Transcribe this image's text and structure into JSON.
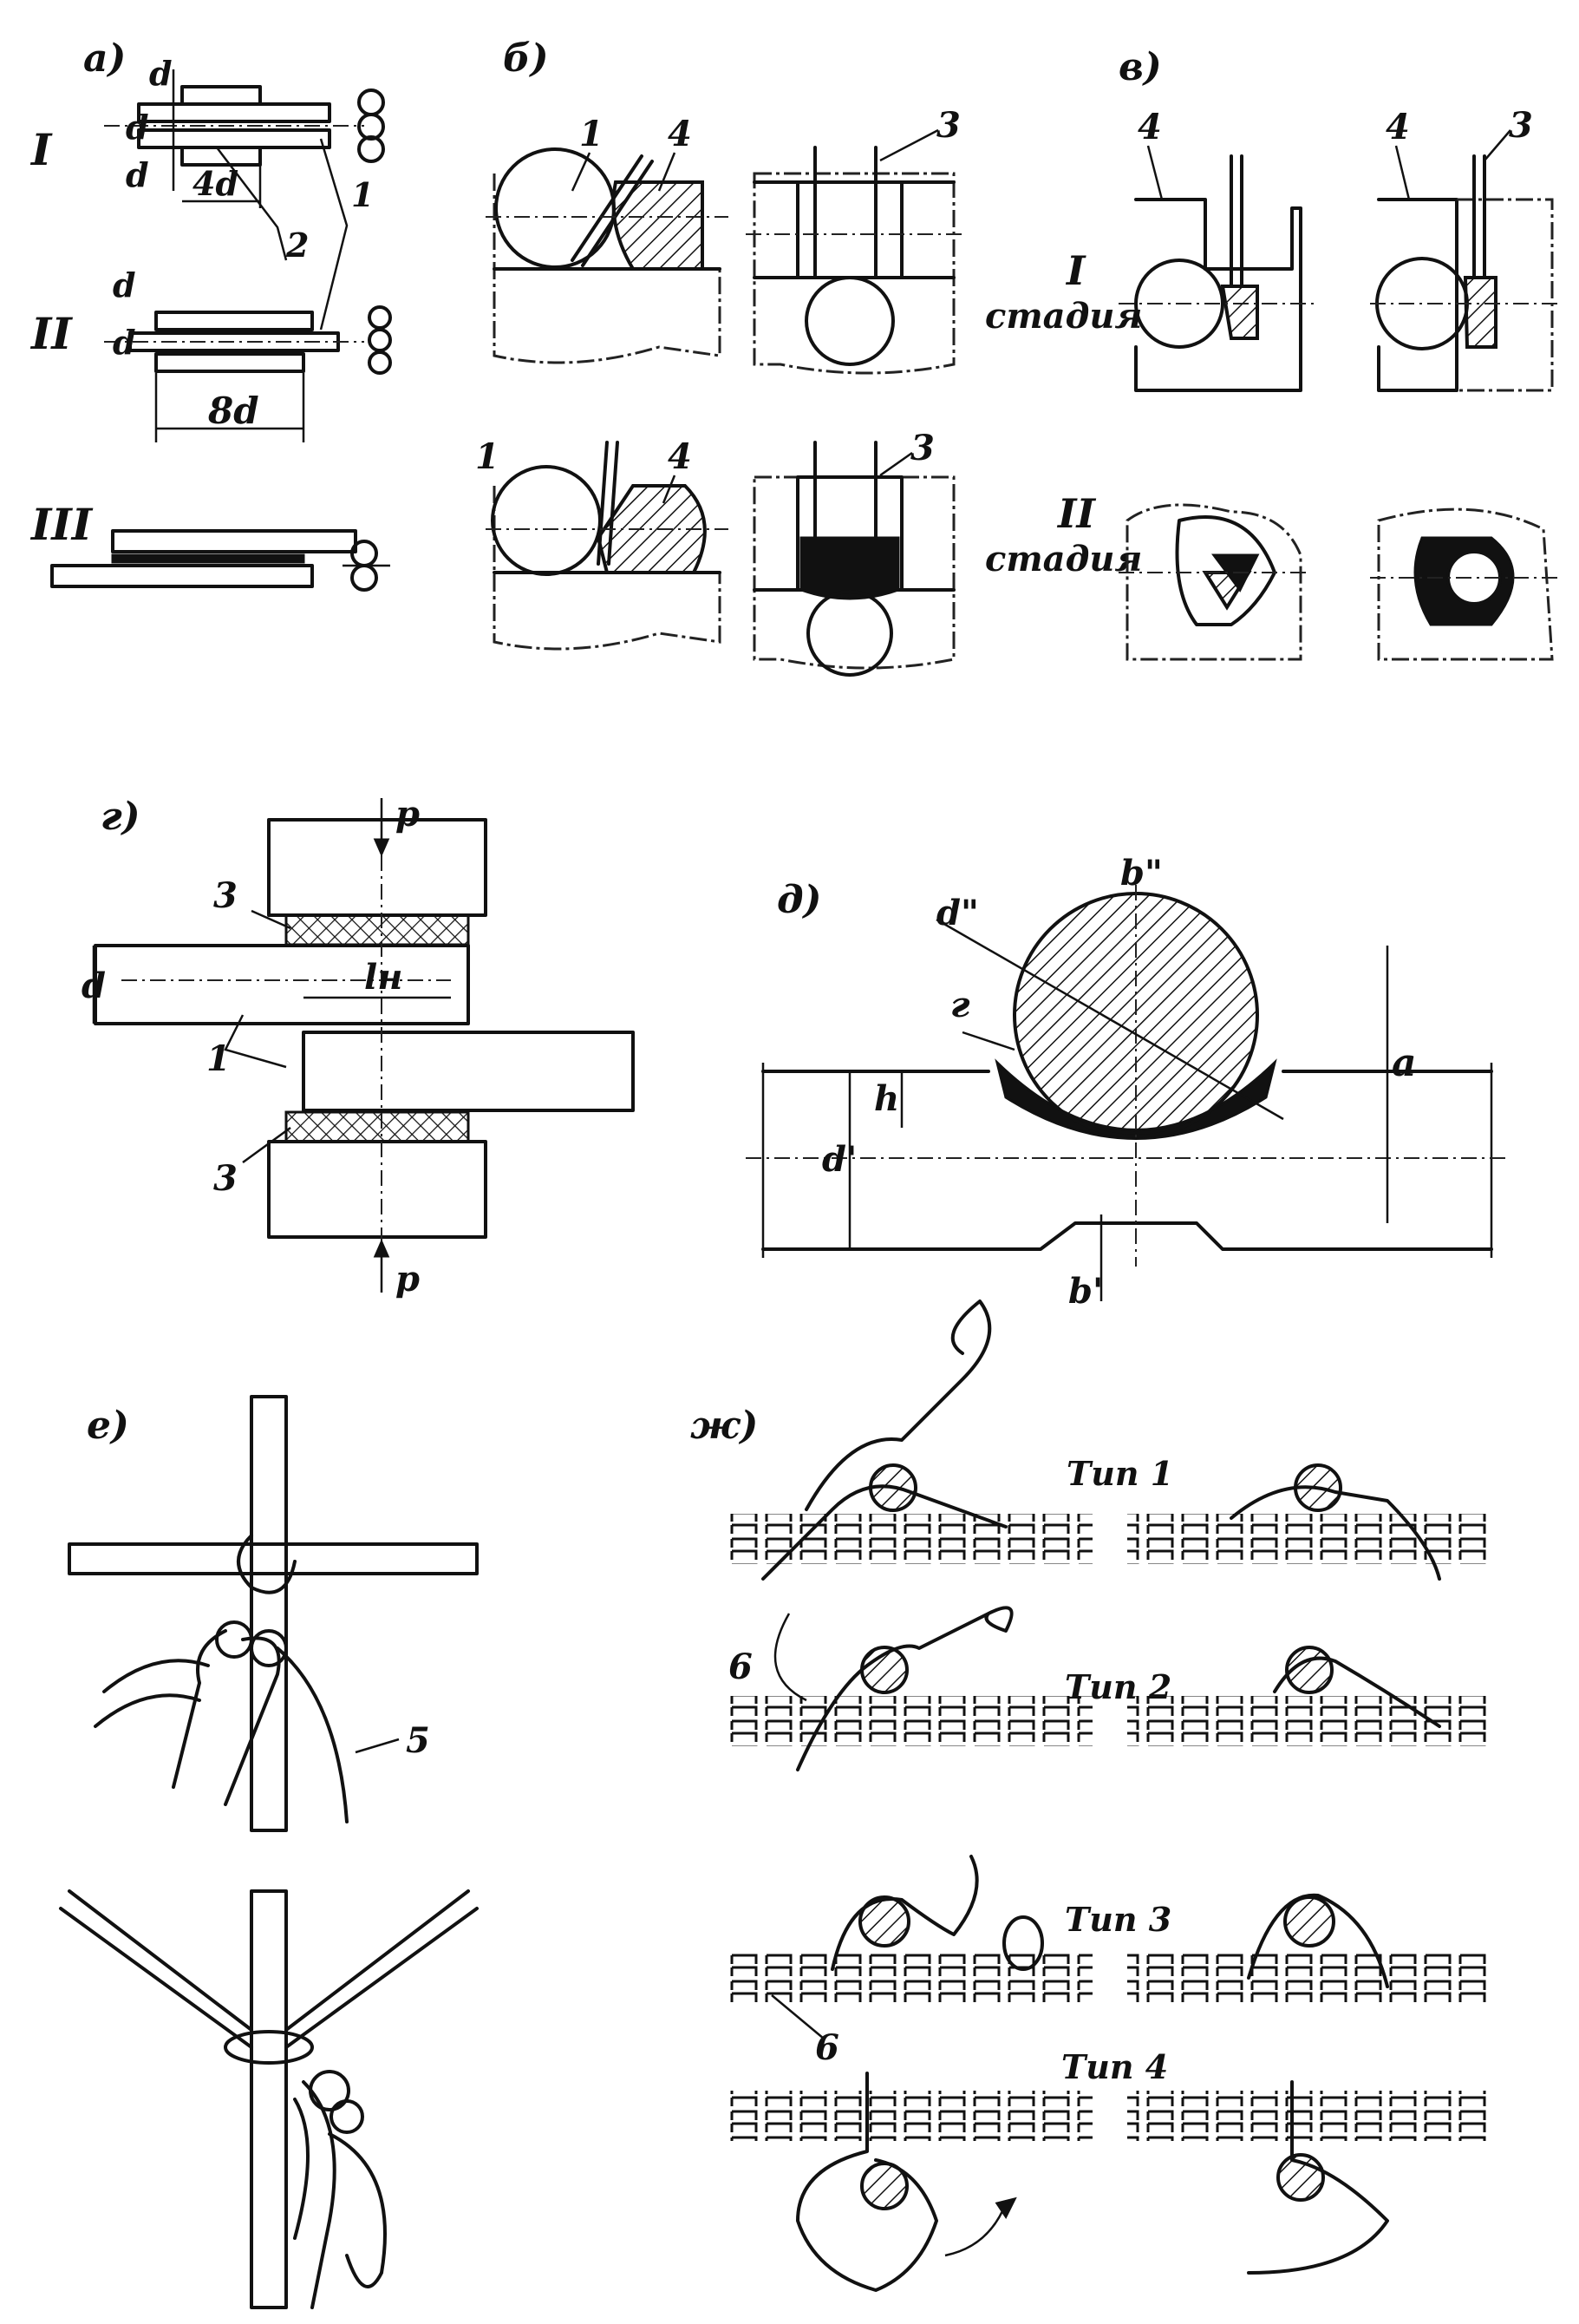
{
  "panels": {
    "a": {
      "letter": "а)",
      "rows": [
        "I",
        "II",
        "III"
      ],
      "dims": [
        "d",
        "d",
        "d",
        "4d",
        "d",
        "d",
        "8d"
      ],
      "callouts": [
        "2",
        "1"
      ]
    },
    "b": {
      "letter": "б)",
      "callouts": [
        "1",
        "4",
        "3",
        "1",
        "4",
        "3"
      ]
    },
    "v": {
      "letter": "в)",
      "callouts": [
        "4",
        "4",
        "3"
      ],
      "stage1_num": "I",
      "stage1_word": "стадия",
      "stage2_num": "II",
      "stage2_word": "стадия"
    },
    "g": {
      "letter": "г)",
      "force_top": "p",
      "force_bottom": "p",
      "callout_top": "3",
      "callout_bottom": "3",
      "callout_bar": "1",
      "dim_d": "d",
      "dim_ln": "lн"
    },
    "d": {
      "letter": "д)",
      "dim_d2": "d\"",
      "dim_b2": "b\"",
      "dim_a": "a",
      "dim_h": "h",
      "dim_d1": "d'",
      "dim_b1": "b'",
      "callout_g": "г"
    },
    "e": {
      "letter": "е)",
      "callout_wire": "5"
    },
    "zh": {
      "letter": "ж)",
      "types": [
        "Тип 1",
        "Тип 2",
        "Тип 3",
        "Тип 4"
      ],
      "callout_a": "6",
      "callout_b": "6"
    }
  }
}
